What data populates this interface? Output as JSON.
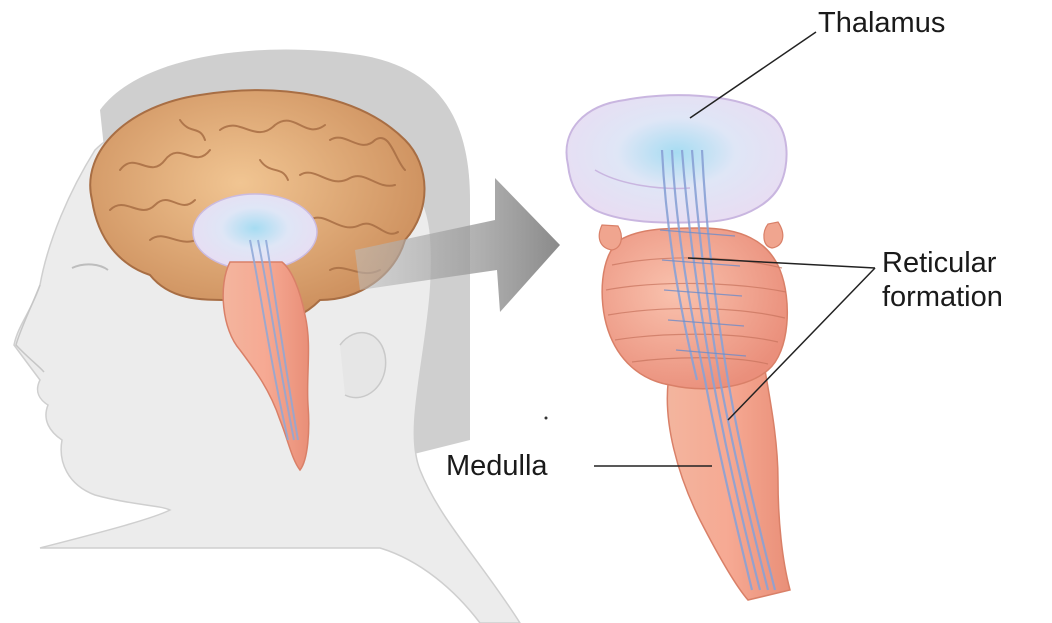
{
  "labels": {
    "thalamus": "Thalamus",
    "reticular_line1": "Reticular",
    "reticular_line2": "formation",
    "medulla": "Medulla"
  },
  "colors": {
    "background": "#ffffff",
    "head_shadow": "#cfcfcf",
    "skin": "#eeeeee",
    "cerebrum": "#d9a26e",
    "thalamus": "#ece4f3",
    "thalamus_core": "#9fd6ee",
    "brainstem": "#f0a58f",
    "reticular_fibers": "#8fa6d6",
    "arrow": "#8a8a8a",
    "leader_line": "#222222"
  }
}
